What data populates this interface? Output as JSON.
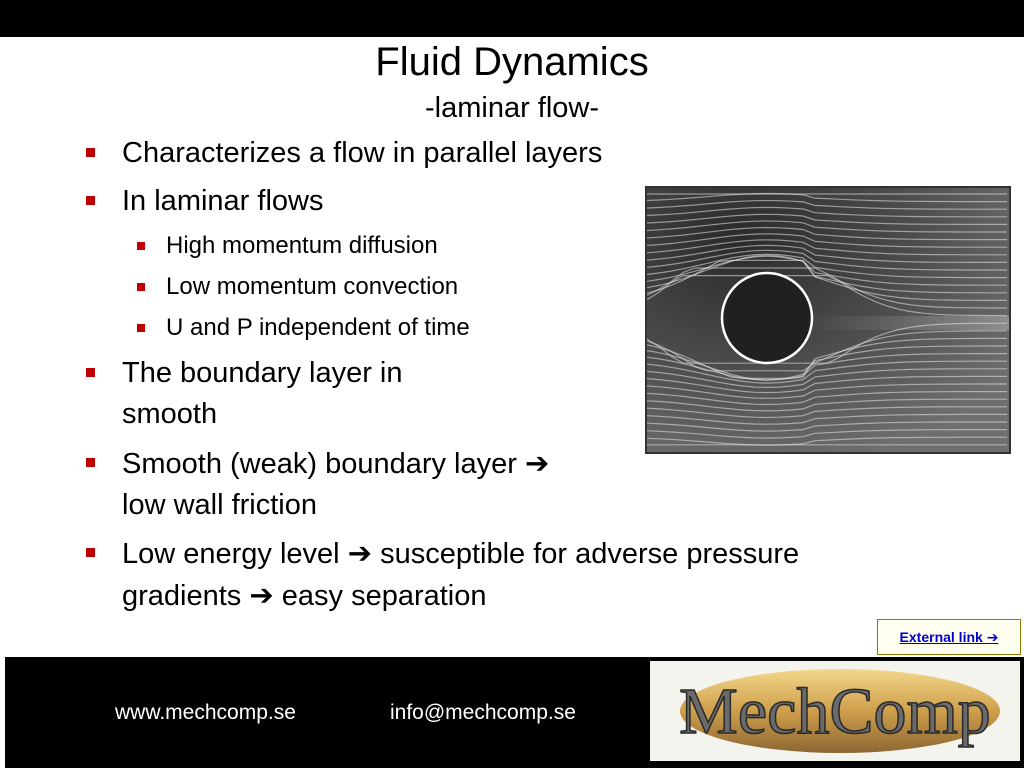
{
  "slide": {
    "title": "Fluid Dynamics",
    "subtitle": "-laminar flow-",
    "bullets": [
      {
        "text": "Characterizes a flow in parallel layers"
      },
      {
        "text": "In laminar flows"
      },
      {
        "line1": "The boundary layer in",
        "line2": "smooth"
      },
      {
        "line1": "Smooth (weak) boundary layer",
        "line2": "low wall friction"
      },
      {
        "line1_a": "Low energy level",
        "line1_b": "susceptible for adverse pressure",
        "line2_a": "gradients",
        "line2_b": "easy separation"
      }
    ],
    "sub_bullets": [
      "High momentum diffusion",
      "Low momentum convection",
      "U and P independent of time"
    ],
    "arrow_glyph": "➔",
    "bullet_color": "#c00000"
  },
  "external_link": {
    "label": "External link",
    "arrow": "➔"
  },
  "footer": {
    "website": "www.mechcomp.se",
    "email": "info@mechcomp.se",
    "logo_text": "MechComp"
  },
  "photo": {
    "icon": "laminar-flow-cylinder-photo"
  }
}
